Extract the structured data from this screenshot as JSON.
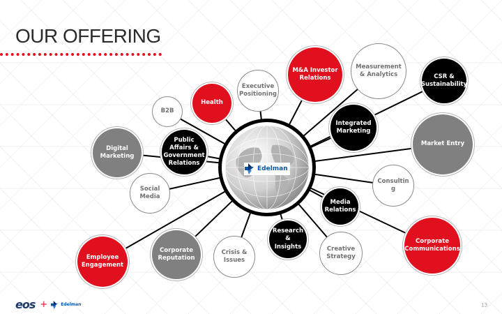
{
  "slide": {
    "title": "OUR OFFERING",
    "page_number": "13"
  },
  "colors": {
    "red": "#e0101f",
    "black": "#000000",
    "gray": "#808080",
    "white_text": "#707070",
    "edelman_blue": "#0a57a8",
    "eos_blue": "#1d3a6b"
  },
  "hub": {
    "label": "Edelman",
    "icon": "edelman-logo-icon"
  },
  "offerings": [
    {
      "id": "ma-investor-relations",
      "label": "M&A Investor Relations",
      "style": "red"
    },
    {
      "id": "measurement-analytics",
      "label": "Measurement & Analytics",
      "style": "white"
    },
    {
      "id": "csr-sustainability",
      "label": "CSR & Sustainability",
      "style": "black"
    },
    {
      "id": "executive-positioning",
      "label": "Executive Positioning",
      "style": "white"
    },
    {
      "id": "health",
      "label": "Health",
      "style": "red"
    },
    {
      "id": "b2b",
      "label": "B2B",
      "style": "white"
    },
    {
      "id": "integrated-marketing",
      "label": "Integrated Marketing",
      "style": "black"
    },
    {
      "id": "market-entry",
      "label": "Market Entry",
      "style": "gray"
    },
    {
      "id": "digital-marketing",
      "label": "Digital Marketing",
      "style": "gray"
    },
    {
      "id": "public-affairs",
      "label": "Public Affairs & Government Relations",
      "style": "black"
    },
    {
      "id": "social-media",
      "label": "Social Media",
      "style": "white"
    },
    {
      "id": "consulting",
      "label": "Consultin g",
      "style": "white"
    },
    {
      "id": "media-relations",
      "label": "Media Relations",
      "style": "black"
    },
    {
      "id": "research-insights",
      "label": "Research & Insights",
      "style": "black"
    },
    {
      "id": "corporate-communications",
      "label": "Corporate Communications",
      "style": "red"
    },
    {
      "id": "creative-strategy",
      "label": "Creative Strategy",
      "style": "white"
    },
    {
      "id": "crisis-issues",
      "label": "Crisis & Issues",
      "style": "white"
    },
    {
      "id": "corporate-reputation",
      "label": "Corporate Reputation",
      "style": "gray"
    },
    {
      "id": "employee-engagement",
      "label": "Employee Engagement",
      "style": "red"
    }
  ],
  "footer": {
    "eos_logo": "eos",
    "plus": "+",
    "edelman_logo": "Edelman"
  }
}
